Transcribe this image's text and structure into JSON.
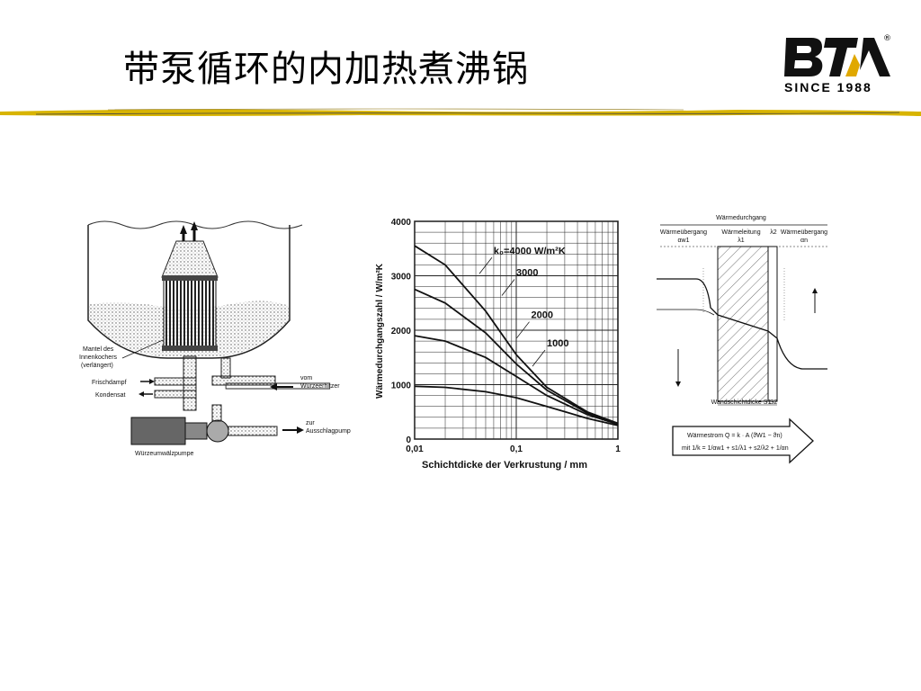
{
  "slide": {
    "title": "带泵循环的内加热煮沸锅"
  },
  "logo": {
    "mark_text": "BTA",
    "registered": "®",
    "since": "SINCE 1988",
    "colors": {
      "black": "#111111",
      "gold": "#e0a800"
    }
  },
  "divider": {
    "color": "#d8b400"
  },
  "boiler_figure": {
    "labels": {
      "mantel": "Mantel des",
      "innenkochers": "Innenkochers",
      "verlaengert": "(verlängert)",
      "frischdampf": "Frischdampf",
      "kondensat": "Kondensat",
      "vom": "vom",
      "wuerzeerhitzer": "Würzeerhitzer",
      "zur": "zur",
      "ausschlagpump": "Ausschlagpump",
      "pumpe": "Würzeumwälzpumpe"
    }
  },
  "chart_data": {
    "type": "line",
    "xscale": "log",
    "xlim": [
      0.01,
      1
    ],
    "ylim": [
      0,
      4000
    ],
    "xticks": [
      "0,01",
      "0,1",
      "1"
    ],
    "yticks": [
      "0",
      "1000",
      "2000",
      "3000",
      "4000"
    ],
    "xlabel": "Schichtdicke der Verkrustung / mm",
    "ylabel": "Wärmedurchgangszahl / W/m²K",
    "grid": true,
    "series": [
      {
        "name": "k₀=4000 W/m²K",
        "x": [
          0.01,
          0.02,
          0.05,
          0.1,
          0.2,
          0.5,
          1
        ],
        "y": [
          3550,
          3200,
          2350,
          1550,
          950,
          500,
          290
        ]
      },
      {
        "name": "3000",
        "x": [
          0.01,
          0.02,
          0.05,
          0.1,
          0.2,
          0.5,
          1
        ],
        "y": [
          2750,
          2500,
          1950,
          1380,
          900,
          480,
          280
        ]
      },
      {
        "name": "2000",
        "x": [
          0.01,
          0.02,
          0.05,
          0.1,
          0.2,
          0.5,
          1
        ],
        "y": [
          1900,
          1800,
          1500,
          1150,
          800,
          450,
          270
        ]
      },
      {
        "name": "1000",
        "x": [
          0.01,
          0.02,
          0.05,
          0.1,
          0.2,
          0.5,
          1
        ],
        "y": [
          970,
          950,
          870,
          760,
          600,
          380,
          250
        ]
      }
    ]
  },
  "heat_figure": {
    "labels": {
      "top": "Wärmedurchgang",
      "left_head": "Wärmeübergang",
      "left_sym": "αw1",
      "mid_head": "Wärmeleitung",
      "mid_sym": "λ1",
      "lambda2": "λ2",
      "right_head": "Wärmeübergang",
      "right_sym": "αn",
      "formula_1": "Wärmestrom Q = k · A (ϑW1 − ϑn)",
      "formula_2": "mit 1/k = 1/αw1 + s1/λ1 + s2/λ2 + 1/αn",
      "bottom_1": "Wandschichtdicke S1",
      "bottom_2": "S2"
    }
  }
}
